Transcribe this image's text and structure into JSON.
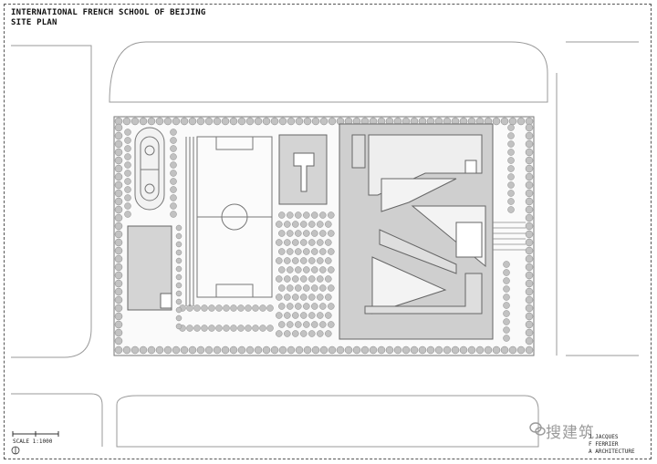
{
  "drawing": {
    "title_line1": "INTERNATIONAL FRENCH SCHOOL OF BEIJING",
    "title_line2": "SITE PLAN",
    "scale": "SCALE 1:1000",
    "north_symbol": "north-arrow-icon"
  },
  "credits": {
    "line1": "J JACQUES",
    "line2": "F FERRIER",
    "line3": "A ARCHITECTURE"
  },
  "watermark": {
    "text": "搜建筑",
    "icon": "wechat-logo-icon"
  },
  "colors": {
    "line": "#7a7a7a",
    "building_fill": "#d4d4d4",
    "courtyard_fill": "#eeeeee",
    "tree_fill": "#bdbdbd",
    "background": "#ffffff"
  }
}
